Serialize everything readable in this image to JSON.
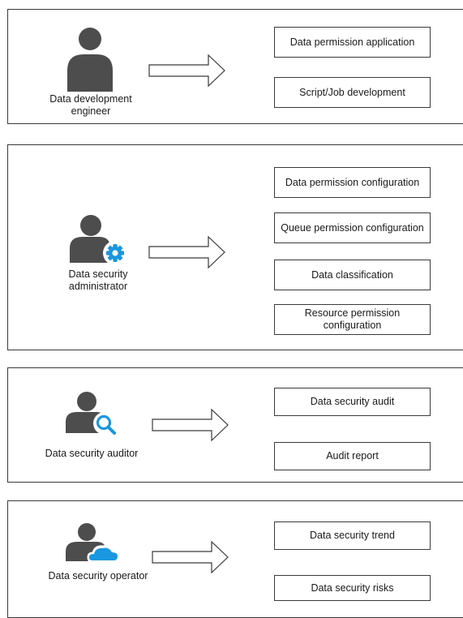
{
  "colors": {
    "accent": "#1a97e0",
    "person": "#4d4d4d",
    "border": "#3a3a3a"
  },
  "panels": [
    {
      "role": "Data development engineer",
      "icon": "person-icon",
      "tasks": [
        "Data permission application",
        "Script/Job development"
      ]
    },
    {
      "role": "Data security administrator",
      "icon": "person-gear-icon",
      "tasks": [
        "Data permission configuration",
        "Queue permission configuration",
        "Data classification",
        "Resource permission configuration"
      ]
    },
    {
      "role": "Data security auditor",
      "icon": "person-magnifier-icon",
      "tasks": [
        "Data security audit",
        "Audit report"
      ]
    },
    {
      "role": "Data security operator",
      "icon": "person-cloud-icon",
      "tasks": [
        "Data security trend",
        "Data security risks"
      ]
    }
  ]
}
